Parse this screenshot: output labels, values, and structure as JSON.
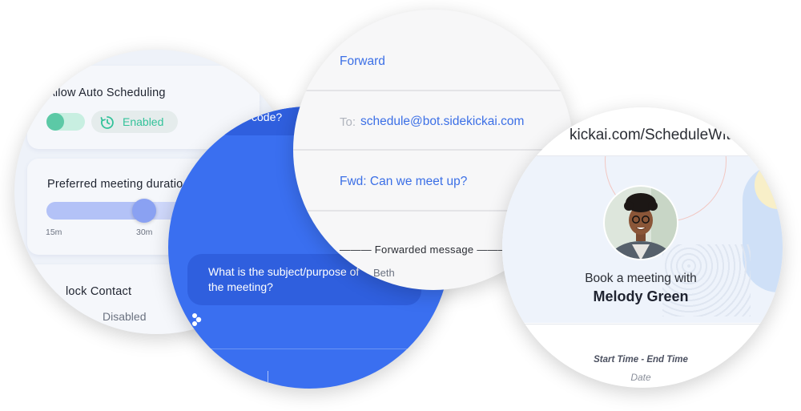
{
  "settings": {
    "auto_scheduling_label": "Allow Auto Scheduling",
    "auto_scheduling_status": "Enabled",
    "meeting_duration_label": "Preferred meeting duratio",
    "duration_ticks": [
      "15m",
      "30m"
    ],
    "duration_value_fraction": 0.47,
    "block_contact_label": "lock Contact",
    "block_contact_value": "Disabled"
  },
  "chat": {
    "partial_message": "code?",
    "question": "What is the subject/purpose of the meeting?"
  },
  "email": {
    "forward_label": "Forward",
    "to_label": "To:",
    "to_address": "schedule@bot.sidekickai.com",
    "subject": "Fwd: Can we meet up?",
    "forwarded_header": "——— Forwarded message ———",
    "sender_fragment": "Beth"
  },
  "booking": {
    "url": "kickai.com/ScheduleWithMe",
    "book_label": "Book a meeting with",
    "host_name": "Melody Green",
    "time_label": "Start Time - End Time",
    "date_label": "Date"
  },
  "colors": {
    "accent_blue": "#3a6ff0",
    "link_blue": "#3b6fe6",
    "enabled_green": "#33c29a"
  }
}
